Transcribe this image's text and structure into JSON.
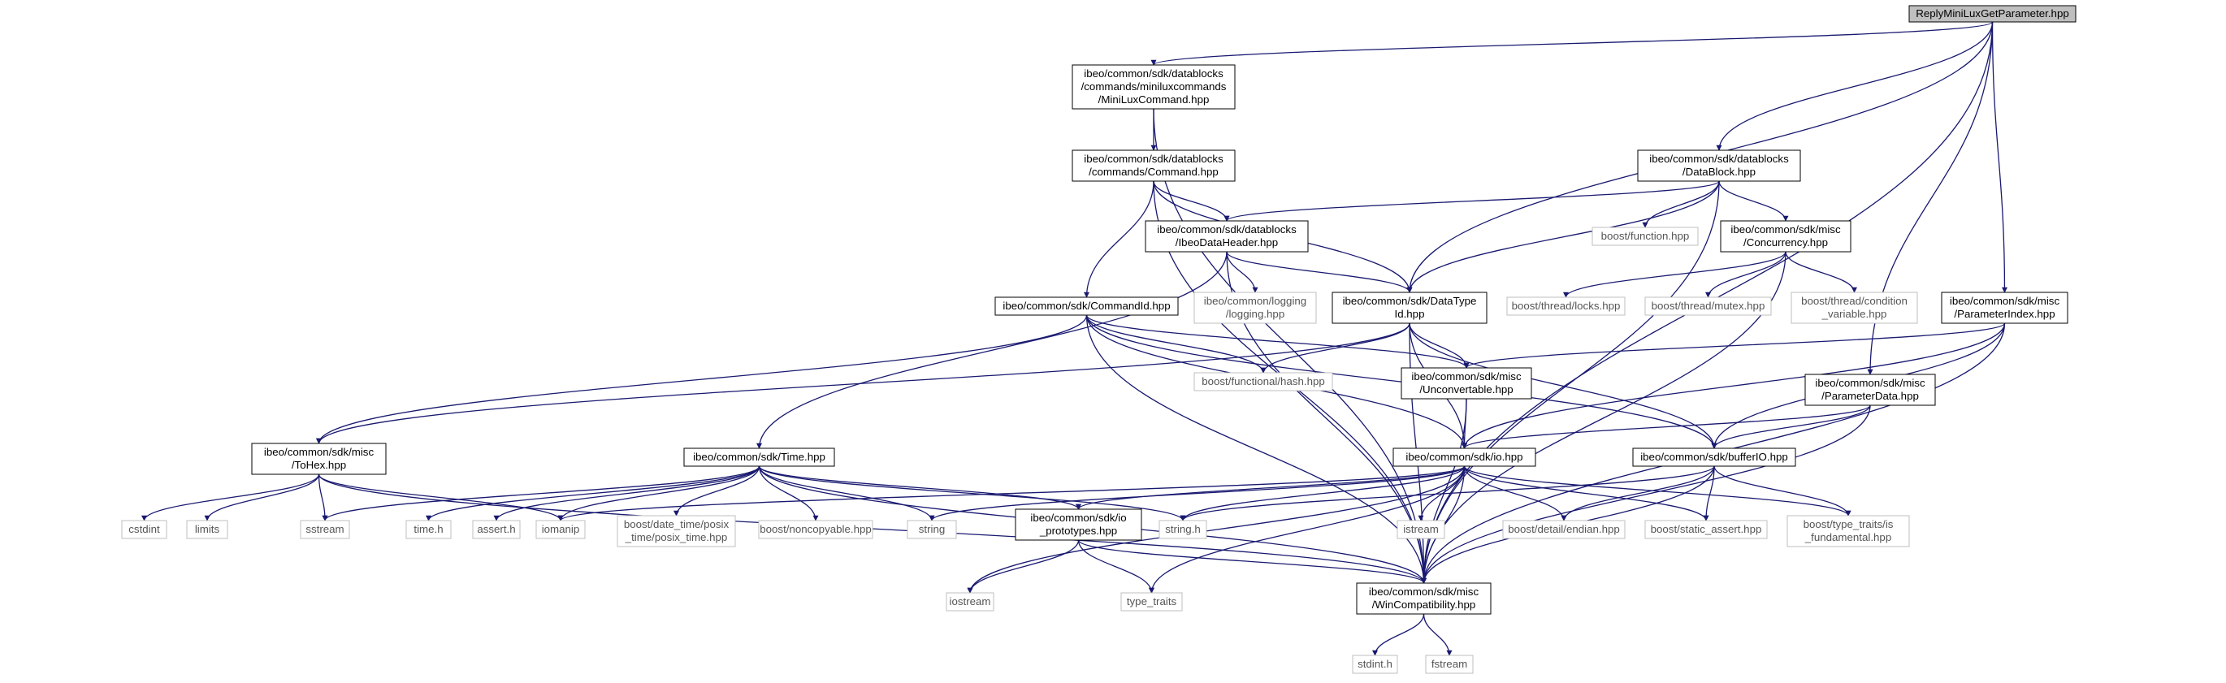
{
  "graph": {
    "nodes": [
      {
        "id": "reply",
        "lines": [
          "ReplyMiniLuxGetParameter.hpp"
        ],
        "style": "root"
      },
      {
        "id": "minilux",
        "lines": [
          "ibeo/common/sdk/datablocks",
          "/commands/miniluxcommands",
          "/MiniLuxCommand.hpp"
        ],
        "style": "normal"
      },
      {
        "id": "command",
        "lines": [
          "ibeo/common/sdk/datablocks",
          "/commands/Command.hpp"
        ],
        "style": "normal"
      },
      {
        "id": "datablock",
        "lines": [
          "ibeo/common/sdk/datablocks",
          "/DataBlock.hpp"
        ],
        "style": "normal"
      },
      {
        "id": "ibeoheader",
        "lines": [
          "ibeo/common/sdk/datablocks",
          "/IbeoDataHeader.hpp"
        ],
        "style": "normal"
      },
      {
        "id": "boostfunction",
        "lines": [
          "boost/function.hpp"
        ],
        "style": "external"
      },
      {
        "id": "concurrency",
        "lines": [
          "ibeo/common/sdk/misc",
          "/Concurrency.hpp"
        ],
        "style": "normal"
      },
      {
        "id": "commandid",
        "lines": [
          "ibeo/common/sdk/CommandId.hpp"
        ],
        "style": "normal"
      },
      {
        "id": "logging",
        "lines": [
          "ibeo/common/logging",
          "/logging.hpp"
        ],
        "style": "external"
      },
      {
        "id": "datatypeid",
        "lines": [
          "ibeo/common/sdk/DataType",
          "Id.hpp"
        ],
        "style": "normal"
      },
      {
        "id": "locks",
        "lines": [
          "boost/thread/locks.hpp"
        ],
        "style": "external"
      },
      {
        "id": "mutex",
        "lines": [
          "boost/thread/mutex.hpp"
        ],
        "style": "external"
      },
      {
        "id": "condvar",
        "lines": [
          "boost/thread/condition",
          "_variable.hpp"
        ],
        "style": "external"
      },
      {
        "id": "paramindex",
        "lines": [
          "ibeo/common/sdk/misc",
          "/ParameterIndex.hpp"
        ],
        "style": "normal"
      },
      {
        "id": "hash",
        "lines": [
          "boost/functional/hash.hpp"
        ],
        "style": "external"
      },
      {
        "id": "unconvertable",
        "lines": [
          "ibeo/common/sdk/misc",
          "/Unconvertable.hpp"
        ],
        "style": "normal"
      },
      {
        "id": "paramdata",
        "lines": [
          "ibeo/common/sdk/misc",
          "/ParameterData.hpp"
        ],
        "style": "normal"
      },
      {
        "id": "tohex",
        "lines": [
          "ibeo/common/sdk/misc",
          "/ToHex.hpp"
        ],
        "style": "normal"
      },
      {
        "id": "time",
        "lines": [
          "ibeo/common/sdk/Time.hpp"
        ],
        "style": "normal"
      },
      {
        "id": "io",
        "lines": [
          "ibeo/common/sdk/io.hpp"
        ],
        "style": "normal"
      },
      {
        "id": "bufferio",
        "lines": [
          "ibeo/common/sdk/bufferIO.hpp"
        ],
        "style": "normal"
      },
      {
        "id": "cstdint",
        "lines": [
          "cstdint"
        ],
        "style": "external"
      },
      {
        "id": "limits",
        "lines": [
          "limits"
        ],
        "style": "external"
      },
      {
        "id": "sstream",
        "lines": [
          "sstream"
        ],
        "style": "external"
      },
      {
        "id": "timeh",
        "lines": [
          "time.h"
        ],
        "style": "external"
      },
      {
        "id": "asserth",
        "lines": [
          "assert.h"
        ],
        "style": "external"
      },
      {
        "id": "iomanip",
        "lines": [
          "iomanip"
        ],
        "style": "external"
      },
      {
        "id": "posixtime",
        "lines": [
          "boost/date_time/posix",
          "_time/posix_time.hpp"
        ],
        "style": "external"
      },
      {
        "id": "noncopyable",
        "lines": [
          "boost/noncopyable.hpp"
        ],
        "style": "external"
      },
      {
        "id": "string",
        "lines": [
          "string"
        ],
        "style": "external"
      },
      {
        "id": "ioproto",
        "lines": [
          "ibeo/common/sdk/io",
          "_prototypes.hpp"
        ],
        "style": "normal"
      },
      {
        "id": "stringh",
        "lines": [
          "string.h"
        ],
        "style": "external"
      },
      {
        "id": "istream",
        "lines": [
          "istream"
        ],
        "style": "external"
      },
      {
        "id": "endian",
        "lines": [
          "boost/detail/endian.hpp"
        ],
        "style": "external"
      },
      {
        "id": "staticassert",
        "lines": [
          "boost/static_assert.hpp"
        ],
        "style": "external"
      },
      {
        "id": "isfund",
        "lines": [
          "boost/type_traits/is",
          "_fundamental.hpp"
        ],
        "style": "external"
      },
      {
        "id": "wincompat",
        "lines": [
          "ibeo/common/sdk/misc",
          "/WinCompatibility.hpp"
        ],
        "style": "normal"
      },
      {
        "id": "iostream",
        "lines": [
          "iostream"
        ],
        "style": "external"
      },
      {
        "id": "typetraits",
        "lines": [
          "type_traits"
        ],
        "style": "external"
      },
      {
        "id": "stdinth",
        "lines": [
          "stdint.h"
        ],
        "style": "external"
      },
      {
        "id": "fstream",
        "lines": [
          "fstream"
        ],
        "style": "external"
      }
    ],
    "edges": [
      [
        "reply",
        "minilux"
      ],
      [
        "reply",
        "datablock"
      ],
      [
        "reply",
        "datatypeid"
      ],
      [
        "reply",
        "paramindex"
      ],
      [
        "reply",
        "paramdata"
      ],
      [
        "reply",
        "wincompat"
      ],
      [
        "minilux",
        "command"
      ],
      [
        "minilux",
        "wincompat"
      ],
      [
        "command",
        "ibeoheader"
      ],
      [
        "command",
        "commandid"
      ],
      [
        "command",
        "datatypeid"
      ],
      [
        "command",
        "wincompat"
      ],
      [
        "datablock",
        "ibeoheader"
      ],
      [
        "datablock",
        "boostfunction"
      ],
      [
        "datablock",
        "concurrency"
      ],
      [
        "datablock",
        "datatypeid"
      ],
      [
        "datablock",
        "wincompat"
      ],
      [
        "ibeoheader",
        "logging"
      ],
      [
        "ibeoheader",
        "datatypeid"
      ],
      [
        "ibeoheader",
        "time"
      ],
      [
        "ibeoheader",
        "wincompat"
      ],
      [
        "concurrency",
        "locks"
      ],
      [
        "concurrency",
        "mutex"
      ],
      [
        "concurrency",
        "condvar"
      ],
      [
        "concurrency",
        "wincompat"
      ],
      [
        "commandid",
        "hash"
      ],
      [
        "commandid",
        "unconvertable"
      ],
      [
        "commandid",
        "tohex"
      ],
      [
        "commandid",
        "io"
      ],
      [
        "commandid",
        "bufferio"
      ],
      [
        "commandid",
        "wincompat"
      ],
      [
        "datatypeid",
        "hash"
      ],
      [
        "datatypeid",
        "unconvertable"
      ],
      [
        "datatypeid",
        "tohex"
      ],
      [
        "datatypeid",
        "io"
      ],
      [
        "datatypeid",
        "bufferio"
      ],
      [
        "datatypeid",
        "wincompat"
      ],
      [
        "paramindex",
        "unconvertable"
      ],
      [
        "paramindex",
        "io"
      ],
      [
        "paramindex",
        "bufferio"
      ],
      [
        "paramindex",
        "wincompat"
      ],
      [
        "paramdata",
        "io"
      ],
      [
        "paramdata",
        "bufferio"
      ],
      [
        "paramdata",
        "wincompat"
      ],
      [
        "unconvertable",
        "io"
      ],
      [
        "unconvertable",
        "wincompat"
      ],
      [
        "tohex",
        "cstdint"
      ],
      [
        "tohex",
        "limits"
      ],
      [
        "tohex",
        "sstream"
      ],
      [
        "tohex",
        "iomanip"
      ],
      [
        "tohex",
        "wincompat"
      ],
      [
        "time",
        "sstream"
      ],
      [
        "time",
        "timeh"
      ],
      [
        "time",
        "asserth"
      ],
      [
        "time",
        "iomanip"
      ],
      [
        "time",
        "posixtime"
      ],
      [
        "time",
        "noncopyable"
      ],
      [
        "time",
        "string"
      ],
      [
        "time",
        "stringh"
      ],
      [
        "time",
        "ioproto"
      ],
      [
        "time",
        "wincompat"
      ],
      [
        "io",
        "iomanip"
      ],
      [
        "io",
        "string"
      ],
      [
        "io",
        "ioproto"
      ],
      [
        "io",
        "stringh"
      ],
      [
        "io",
        "istream"
      ],
      [
        "io",
        "endian"
      ],
      [
        "io",
        "staticassert"
      ],
      [
        "io",
        "isfund"
      ],
      [
        "io",
        "iostream"
      ],
      [
        "io",
        "typetraits"
      ],
      [
        "io",
        "wincompat"
      ],
      [
        "bufferio",
        "stringh"
      ],
      [
        "bufferio",
        "endian"
      ],
      [
        "bufferio",
        "staticassert"
      ],
      [
        "bufferio",
        "isfund"
      ],
      [
        "bufferio",
        "wincompat"
      ],
      [
        "ioproto",
        "iostream"
      ],
      [
        "ioproto",
        "typetraits"
      ],
      [
        "ioproto",
        "wincompat"
      ],
      [
        "wincompat",
        "stdinth"
      ],
      [
        "wincompat",
        "fstream"
      ]
    ],
    "colors": {
      "edge": "#191970",
      "node_border": "#000000",
      "external_border": "#bfbfbf",
      "root_fill": "#bfbfbf",
      "node_fill": "#ffffff"
    }
  }
}
